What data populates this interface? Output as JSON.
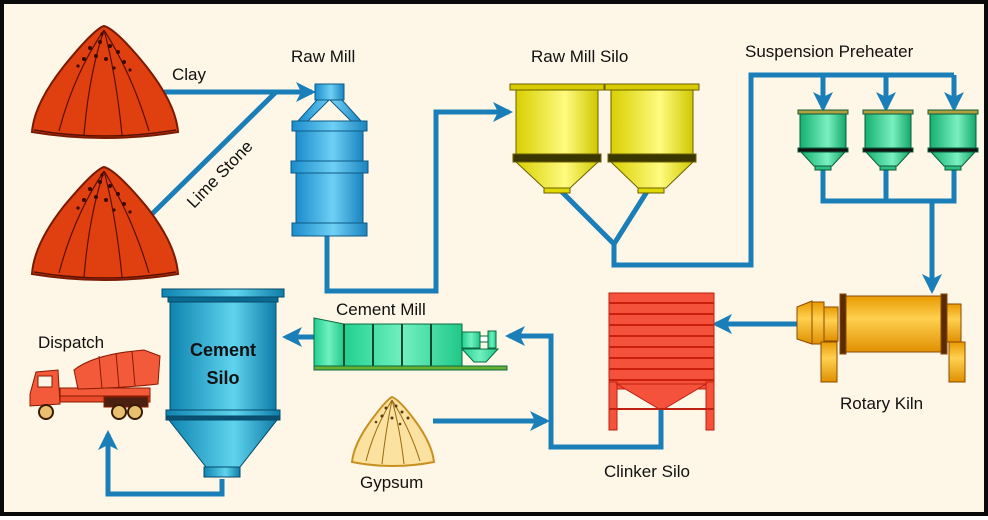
{
  "diagram": {
    "title": "Cement Manufacturing Process",
    "labels": {
      "clay": "Clay",
      "lime_stone": "Lime Stone",
      "raw_mill": "Raw Mill",
      "raw_mill_silo": "Raw Mill Silo",
      "suspension_preheater": "Suspension Preheater",
      "rotary_kiln": "Rotary Kiln",
      "clinker_silo": "Clinker Silo",
      "gypsum": "Gypsum",
      "cement_mill": "Cement Mill",
      "cement_silo_line1": "Cement",
      "cement_silo_line2": "Silo",
      "dispatch": "Dispatch"
    },
    "flow": [
      {
        "from": "Clay",
        "to": "Raw Mill"
      },
      {
        "from": "Lime Stone",
        "to": "Raw Mill"
      },
      {
        "from": "Raw Mill",
        "to": "Raw Mill Silo"
      },
      {
        "from": "Raw Mill Silo",
        "to": "Suspension Preheater"
      },
      {
        "from": "Suspension Preheater",
        "to": "Rotary Kiln"
      },
      {
        "from": "Rotary Kiln",
        "to": "Clinker Silo"
      },
      {
        "from": "Clinker Silo",
        "to": "Cement Mill"
      },
      {
        "from": "Gypsum",
        "to": "Cement Mill"
      },
      {
        "from": "Cement Mill",
        "to": "Cement Silo"
      },
      {
        "from": "Cement Silo",
        "to": "Dispatch"
      }
    ],
    "colors": {
      "background": "#fef6e6",
      "flow_line": "#1a7fb8",
      "raw_pile": "#e04010",
      "gypsum_pile": "#fbe2a0",
      "raw_mill": "#3aa8dc",
      "raw_mill_silo": "#f2ee20",
      "preheater": "#2ccf8a",
      "rotary_kiln": "#f5b31c",
      "clinker_silo": "#f4523a",
      "cement_mill": "#3ee0a0",
      "cement_silo": "#1aa0c8",
      "truck": "#f25a3a"
    }
  }
}
